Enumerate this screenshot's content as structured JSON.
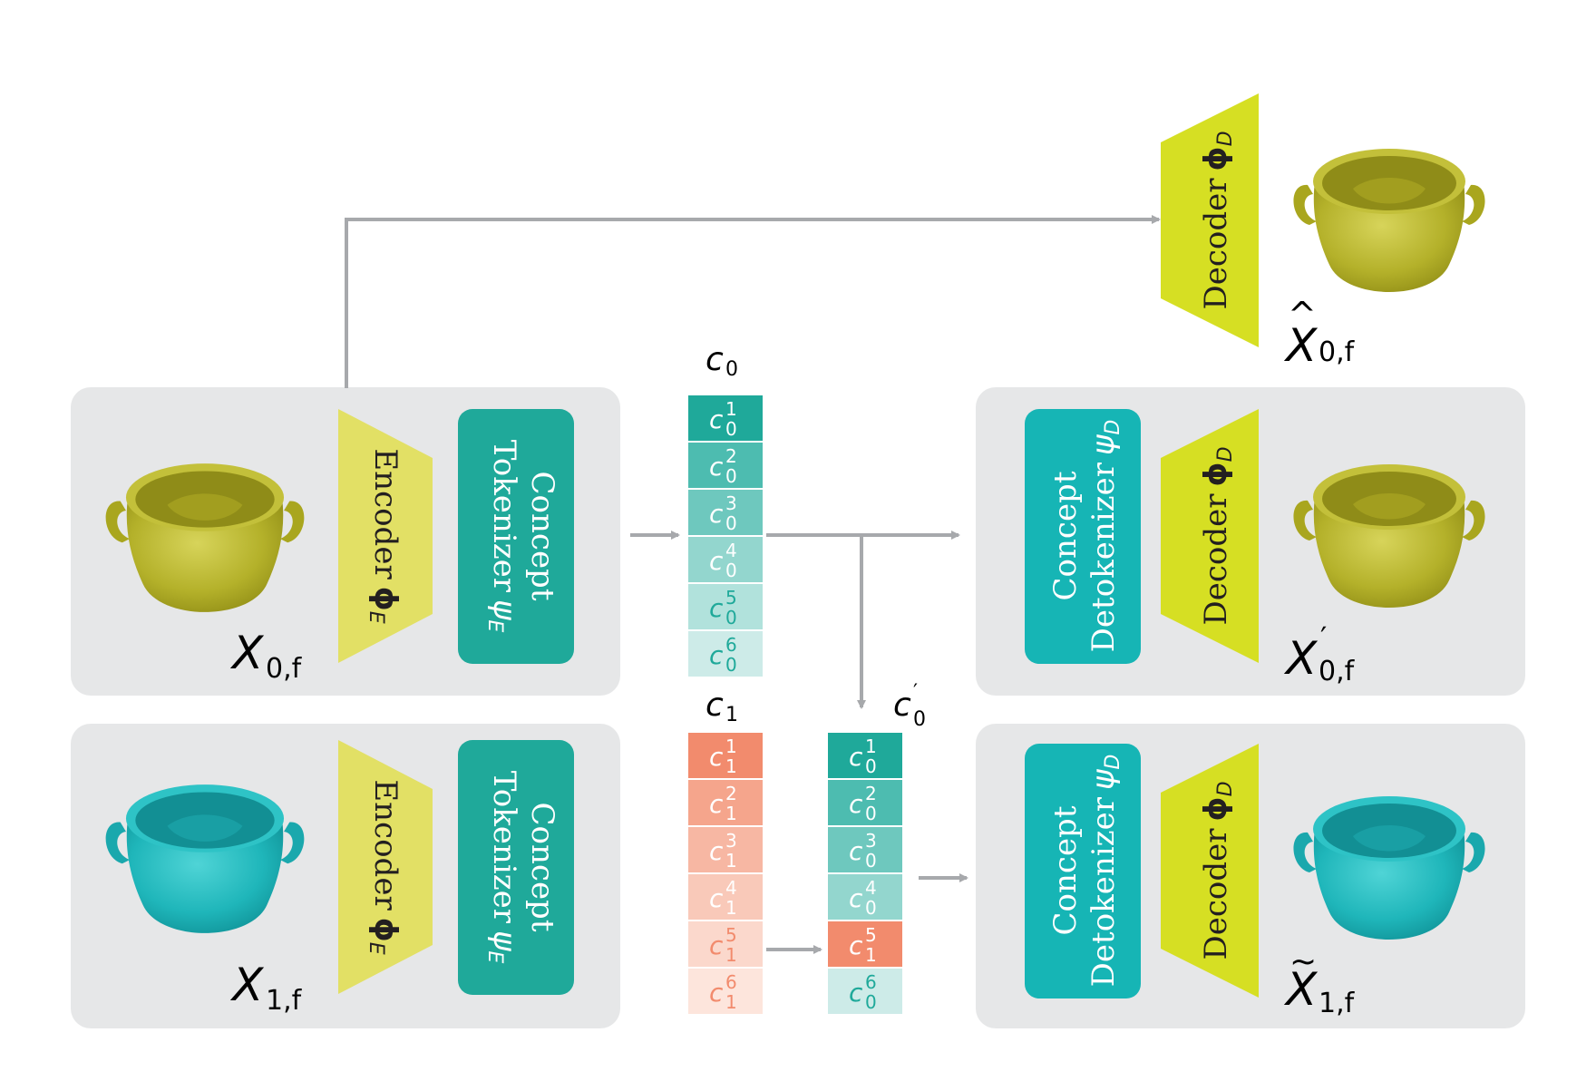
{
  "colors": {
    "panel": "#e6e7e8",
    "encoder": "#e2e065",
    "decoder": "#d6df23",
    "tokenizer": "#1fa99a",
    "detokenizer": "#16b5b5",
    "arrow": "#a7a9ac",
    "pot_yellow": "#b9b62a",
    "pot_teal": "#1fb9bd",
    "token_teal_dark": "#1fa99a",
    "token_salmon_dark": "#f28b6d"
  },
  "labels": {
    "encoder": "Encoder",
    "encoder_sym": "ϕ",
    "encoder_sub": "E",
    "tokenizer_line1": "Concept",
    "tokenizer_line2": "Tokenizer",
    "tokenizer_sym": "ψ",
    "tokenizer_sub": "E",
    "detokenizer_line1": "Concept",
    "detokenizer_line2": "Detokenizer",
    "detokenizer_sym": "ψ",
    "detokenizer_sub": "D",
    "decoder": "Decoder",
    "decoder_sym": "ϕ",
    "decoder_sub": "D"
  },
  "inputs": {
    "x0": {
      "letter": "X",
      "sub": "0,f"
    },
    "x1": {
      "letter": "X",
      "sub": "1,f"
    }
  },
  "outputs": {
    "hat": {
      "letter": "X",
      "accent": "^",
      "sub": "0,f"
    },
    "prime": {
      "letter": "X",
      "accent": "′",
      "sub": "0,f"
    },
    "tilde": {
      "letter": "X",
      "accent": "~",
      "sub": "1,f"
    }
  },
  "token_columns": {
    "c0": {
      "name": "c",
      "sub": "0",
      "tokens": [
        {
          "base": "c",
          "sub": "0",
          "sup": "1"
        },
        {
          "base": "c",
          "sub": "0",
          "sup": "2"
        },
        {
          "base": "c",
          "sub": "0",
          "sup": "3"
        },
        {
          "base": "c",
          "sub": "0",
          "sup": "4"
        },
        {
          "base": "c",
          "sub": "0",
          "sup": "5"
        },
        {
          "base": "c",
          "sub": "0",
          "sup": "6"
        }
      ]
    },
    "c1": {
      "name": "c",
      "sub": "1",
      "tokens": [
        {
          "base": "c",
          "sub": "1",
          "sup": "1"
        },
        {
          "base": "c",
          "sub": "1",
          "sup": "2"
        },
        {
          "base": "c",
          "sub": "1",
          "sup": "3"
        },
        {
          "base": "c",
          "sub": "1",
          "sup": "4"
        },
        {
          "base": "c",
          "sub": "1",
          "sup": "5"
        },
        {
          "base": "c",
          "sub": "1",
          "sup": "6"
        }
      ]
    },
    "c0p": {
      "name": "c",
      "sub": "0",
      "prime": "′",
      "tokens": [
        {
          "base": "c",
          "sub": "0",
          "sup": "1"
        },
        {
          "base": "c",
          "sub": "0",
          "sup": "2"
        },
        {
          "base": "c",
          "sub": "0",
          "sup": "3"
        },
        {
          "base": "c",
          "sub": "0",
          "sup": "4"
        },
        {
          "base": "c",
          "sub": "1",
          "sup": "5"
        },
        {
          "base": "c",
          "sub": "0",
          "sup": "6"
        }
      ]
    }
  }
}
